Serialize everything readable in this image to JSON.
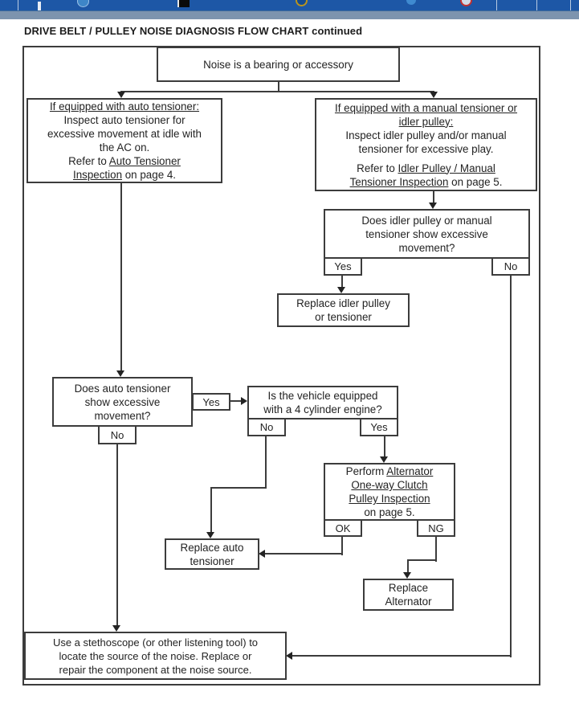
{
  "browser_chrome": {
    "toolbar_color": "#1d57a6",
    "secondary_bar_color": "#7d94ae",
    "icons": [
      "white-sliver-icon-fragment",
      "blue-globe-icon-fragment",
      "document-icon-fragment",
      "yellow-circle-icon-fragment",
      "blue-dot-icon-fragment",
      "red-badge-icon-fragment"
    ]
  },
  "document": {
    "title": "DRIVE BELT / PULLEY NOISE DIAGNOSIS FLOW CHART continued"
  },
  "flowchart": {
    "start": {
      "text": "Noise is a bearing or accessory"
    },
    "auto_box": {
      "heading": "If equipped with auto tensioner:",
      "lines": [
        "Inspect auto tensioner for",
        "excessive movement at idle with",
        "the AC on."
      ],
      "refer_pre": "Refer to ",
      "refer_link1": "Auto Tensioner",
      "refer_link2": "Inspection",
      "refer_post": " on page 4."
    },
    "manual_box": {
      "heading1": "If equipped with a manual tensioner or",
      "heading2": "idler pulley:",
      "lines": [
        "Inspect idler pulley and/or manual",
        "tensioner for excessive play."
      ],
      "refer_pre": "Refer to ",
      "refer_link1": "Idler Pulley / Manual",
      "refer_link2": "Tensioner Inspection",
      "refer_post": " on page 5."
    },
    "idler_question": {
      "lines": [
        "Does idler pulley or manual",
        "tensioner show excessive",
        "movement?"
      ]
    },
    "replace_idler": {
      "lines": [
        "Replace idler pulley",
        "or tensioner"
      ]
    },
    "auto_question": {
      "lines": [
        "Does auto tensioner",
        "show excessive",
        "movement?"
      ]
    },
    "vehicle_question": {
      "lines": [
        "Is the vehicle equipped",
        "with a 4 cylinder engine?"
      ]
    },
    "perform_box": {
      "pre": "Perform ",
      "link1": "Alternator",
      "link2": "One-way Clutch",
      "link3": "Pulley Inspection",
      "post": "on page 5."
    },
    "replace_auto": {
      "lines": [
        "Replace auto",
        "tensioner"
      ]
    },
    "replace_alternator": {
      "lines": [
        "Replace",
        "Alternator"
      ]
    },
    "stethoscope_box": {
      "lines": [
        "Use a stethoscope (or other listening tool) to",
        "locate the source of the noise. Replace or",
        "repair the component at the noise source."
      ]
    },
    "labels": {
      "yes": "Yes",
      "no": "No",
      "ok": "OK",
      "ng": "NG"
    }
  }
}
